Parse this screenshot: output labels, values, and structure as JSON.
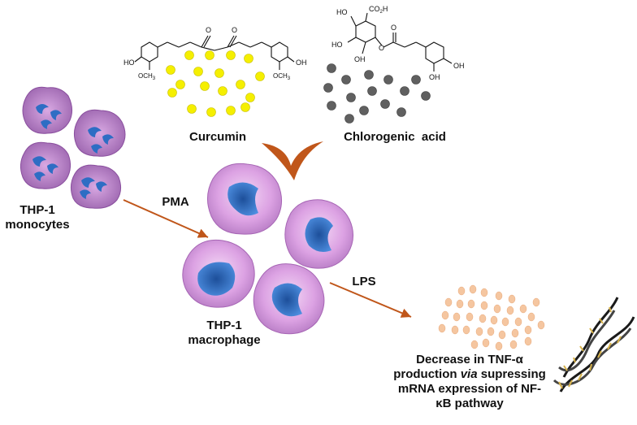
{
  "labels": {
    "curcumin": "Curcumin",
    "chlorogenic": "Chlorogenic  acid",
    "monocytes_line1": "THP-1",
    "monocytes_line2": "monocytes",
    "macrophage_line1": "THP-1",
    "macrophage_line2": "macrophage",
    "pma": "PMA",
    "lps": "LPS",
    "result_line1": "Decrease in TNF-α",
    "result_line2_a": "production ",
    "result_line2_b": "via",
    "result_line2_c": " supressing",
    "result_line3": "mRNA expression of NF-",
    "result_line4": "κB pathway"
  },
  "chem_labels": {
    "curcumin_oxygen_1": "O",
    "curcumin_oxygen_2": "O",
    "curcumin_ho": "HO",
    "curcumin_oh": "OH",
    "curcumin_och3_left": "OCH",
    "curcumin_och3_right": "OCH",
    "subscript_3": "3",
    "cga_ho_top": "HO",
    "cga_co2h": "CO",
    "subscript_2": "2",
    "cga_h": "H",
    "cga_ho_left": "HO",
    "cga_oh_bottom": "OH",
    "cga_ester_o": "O",
    "cga_carbonyl_o": "O",
    "cga_oh_right": "OH",
    "cga_oh_right_bottom": "OH"
  },
  "colors": {
    "cell_fill": "#d99be0",
    "cell_edge": "#a766b5",
    "monocyte_fill": "#b984c7",
    "nucleus": "#2e6dc4",
    "curcumin_dot": "#f5ef00",
    "cga_dot": "#606060",
    "arrow": "#c0561a",
    "cytokine": "#f5c6a0"
  }
}
